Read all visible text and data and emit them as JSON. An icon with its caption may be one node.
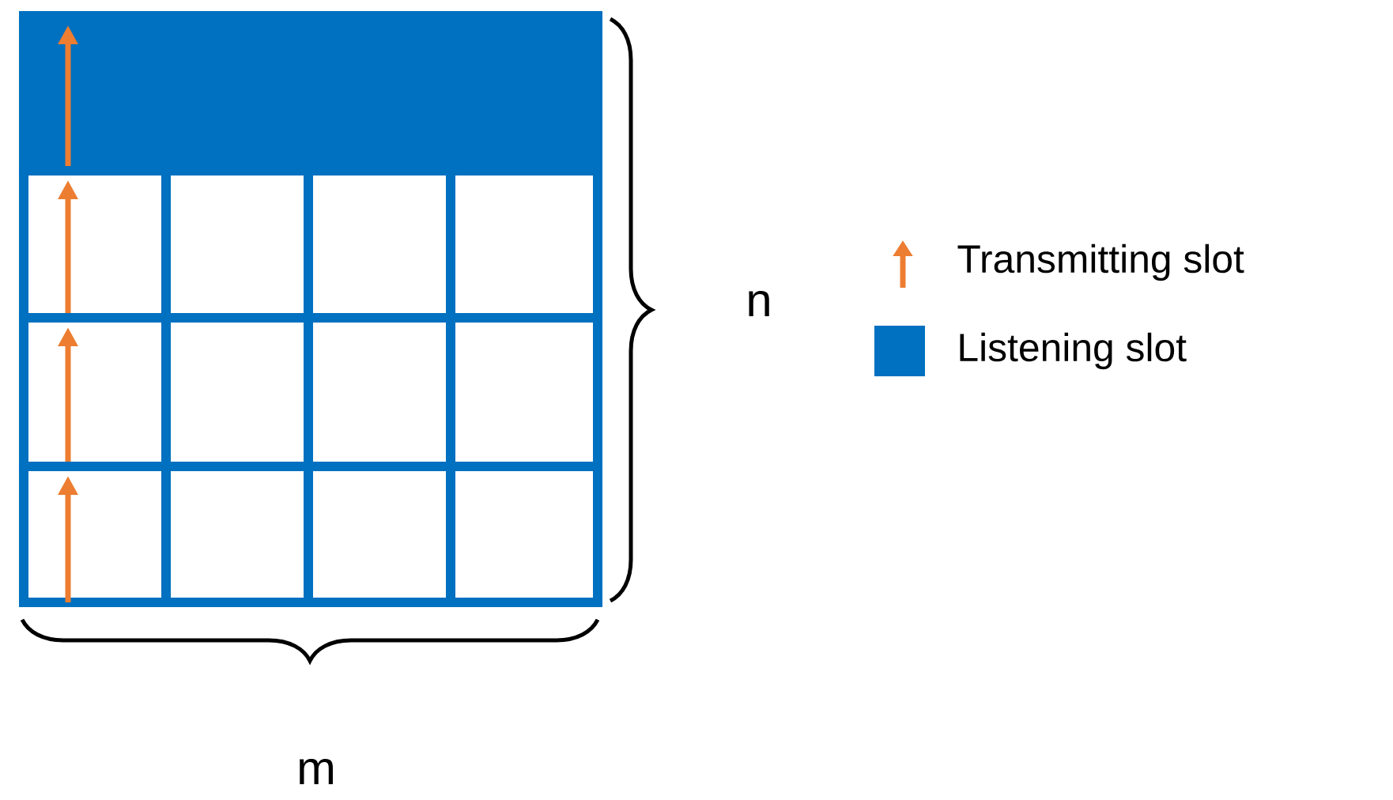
{
  "diagram": {
    "labels": [
      "n",
      "m"
    ],
    "legend": [
      {
        "text": "Transmitting slot"
      },
      {
        "text": "Listening slot",
        "color": "#0070c0"
      }
    ]
  }
}
